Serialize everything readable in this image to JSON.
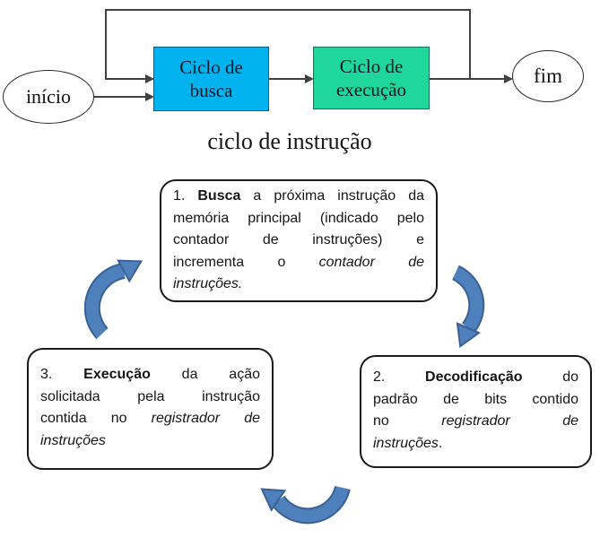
{
  "flowchart": {
    "start_label": "início",
    "fetch_label": "Ciclo de busca",
    "execute_label": "Ciclo de execução",
    "end_label": "fim",
    "caption": "ciclo de instrução",
    "fetch_bg": "#00b3ef",
    "execute_bg": "#1fd79b",
    "line_color": "#404040"
  },
  "cycle": {
    "arrow_fill": "#4e81bc",
    "arrow_outline": "#3a6095",
    "step1": {
      "lines": [
        [
          {
            "t": "1. "
          },
          {
            "t": "Busca",
            "b": true
          },
          {
            "t": " a próxima instrução da"
          }
        ],
        [
          {
            "t": "memória principal (indicado pelo"
          }
        ],
        [
          {
            "t": "contador de instruções) e"
          }
        ],
        [
          {
            "t": "incrementa o "
          },
          {
            "t": "contador de",
            "i": true
          }
        ],
        [
          {
            "t": "instruções.",
            "i": true
          }
        ]
      ]
    },
    "step2": {
      "lines": [
        [
          {
            "t": "2. "
          },
          {
            "t": "Decodificação",
            "b": true
          },
          {
            "t": " do"
          }
        ],
        [
          {
            "t": "padrão de bits contido"
          }
        ],
        [
          {
            "t": "no "
          },
          {
            "t": "registrador de",
            "i": true
          }
        ],
        [
          {
            "t": "instruções",
            "i": true
          },
          {
            "t": "."
          }
        ]
      ]
    },
    "step3": {
      "lines": [
        [
          {
            "t": "3. "
          },
          {
            "t": "Execução",
            "b": true
          },
          {
            "t": " da ação"
          }
        ],
        [
          {
            "t": "solicitada pela instrução"
          }
        ],
        [
          {
            "t": "contida no "
          },
          {
            "t": "registrador de",
            "i": true
          }
        ],
        [
          {
            "t": "instruções",
            "i": true
          }
        ]
      ]
    }
  }
}
